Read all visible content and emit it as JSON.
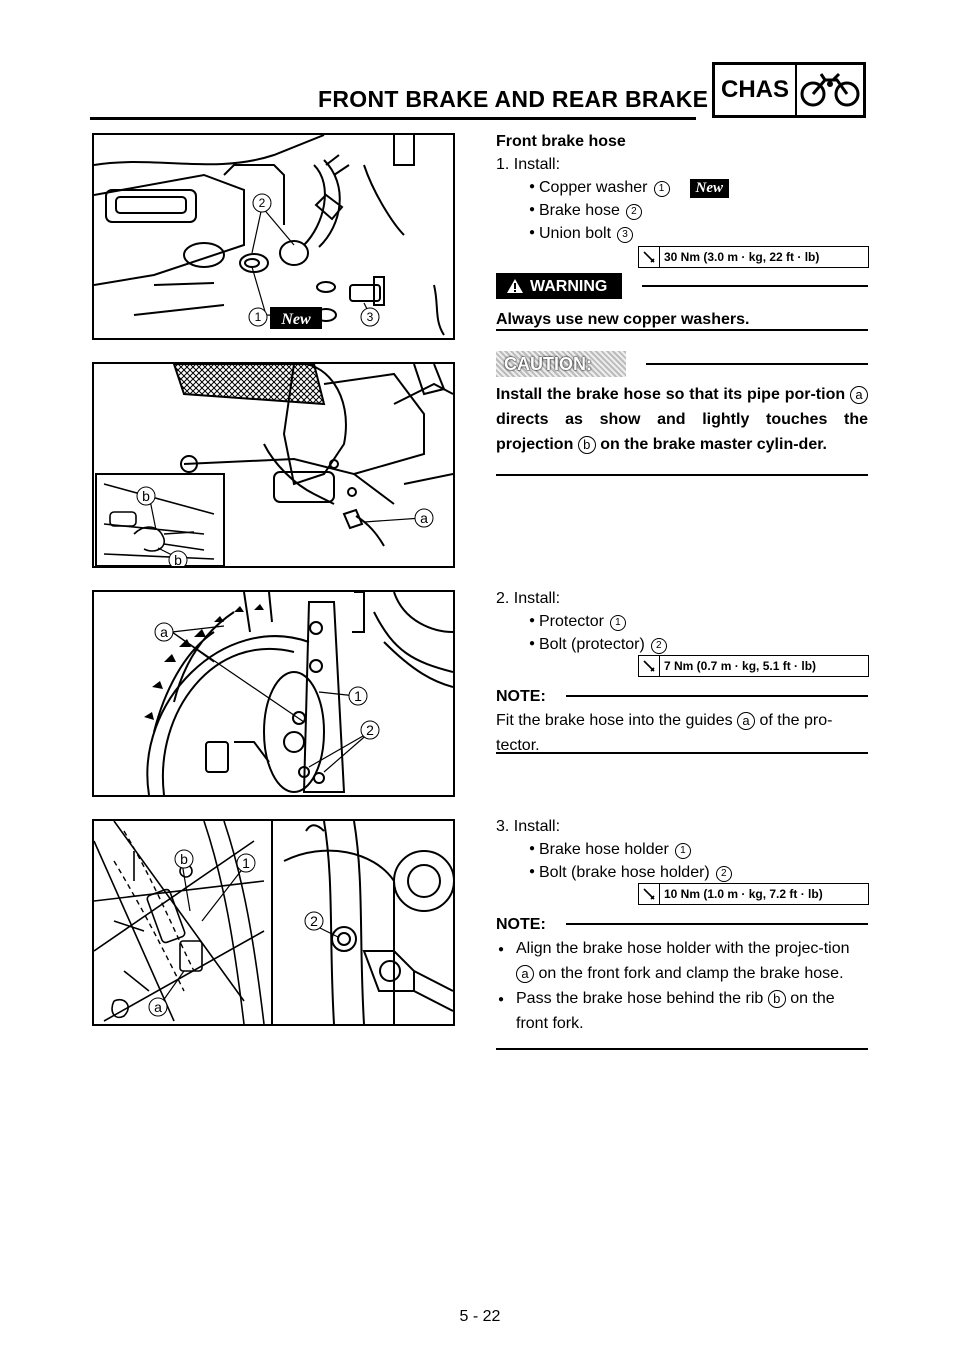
{
  "header": {
    "title": "FRONT BRAKE AND REAR BRAKE",
    "section": "CHAS"
  },
  "s1": {
    "heading": "Front brake hose",
    "step": "1.  Install:",
    "items": [
      "Copper washer",
      "Brake hose",
      "Union bolt"
    ],
    "markers": [
      "1",
      "2",
      "3"
    ],
    "new_tag": "New",
    "torque": "30 Nm (3.0 m · kg, 22 ft · lb)",
    "warning_label": "WARNING",
    "warning_text": "Always use new copper washers.",
    "caution_label": "CAUTION:",
    "caution_text_1": "Install the brake hose so that its pipe por-tion",
    "caution_a": "a",
    "caution_text_2": "directs as show and lightly touches the projection",
    "caution_b": "b",
    "caution_text_3": "on the brake master cylin-der."
  },
  "s2": {
    "step": "2.  Install:",
    "items": [
      "Protector",
      "Bolt (protector)"
    ],
    "markers": [
      "1",
      "2"
    ],
    "torque": "7 Nm (0.7 m · kg, 5.1 ft · lb)",
    "note_label": "NOTE:",
    "note_1": "Fit the brake hose into the guides",
    "note_a": "a",
    "note_2": "of the pro-tector."
  },
  "s3": {
    "step": "3.  Install:",
    "items": [
      "Brake hose holder",
      "Bolt (brake hose holder)"
    ],
    "markers": [
      "1",
      "2"
    ],
    "torque": "10 Nm (1.0 m · kg, 7.2 ft · lb)",
    "note_label": "NOTE:",
    "note1_1": "Align the brake hose holder with the projec-tion",
    "note1_a": "a",
    "note1_2": "on the front fork and clamp the brake hose.",
    "note2_1": "Pass the brake hose behind the rib",
    "note2_b": "b",
    "note2_2": "on the front fork."
  },
  "figures": {
    "f1": {
      "callouts": [
        "1",
        "2",
        "3"
      ],
      "new_tag": "New"
    },
    "f2": {
      "callouts": [
        "a",
        "b",
        "b"
      ]
    },
    "f3": {
      "callouts": [
        "a",
        "1",
        "2"
      ]
    },
    "f4": {
      "callouts": [
        "b",
        "1",
        "2",
        "a"
      ]
    }
  },
  "footer": {
    "page": "5 - 22"
  }
}
